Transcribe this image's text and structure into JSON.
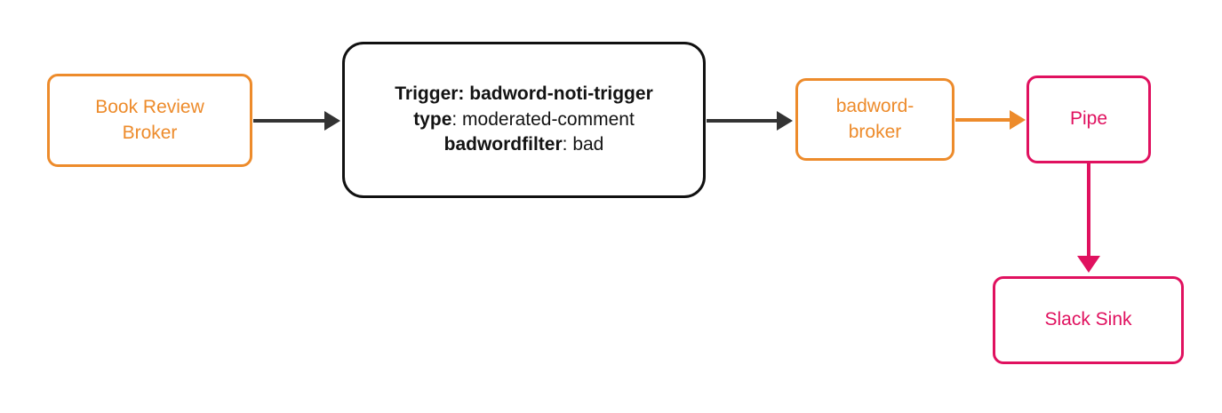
{
  "diagram": {
    "type": "flowchart",
    "direction": "left-to-right",
    "background": "#ffffff",
    "colors": {
      "broker_orange": "#ED8B2B",
      "trigger_black": "#111111",
      "sink_pink": "#E0115F",
      "edge_dark": "#333333"
    }
  },
  "nodes": {
    "book_review_broker": {
      "id": "book-review-broker",
      "label_line1": "Book Review",
      "label_line2": "Broker",
      "shape": "rounded-rectangle",
      "color": "#ED8B2B"
    },
    "trigger": {
      "id": "badword-noti-trigger",
      "shape": "stadium-rounded-rectangle",
      "color": "#111111",
      "line1_label": "Trigger:",
      "line1_value": "badword-noti-trigger",
      "line2_label": "type",
      "line2_sep": ": ",
      "line2_value": "moderated-comment",
      "line3_label": "badwordfilter",
      "line3_sep": ": ",
      "line3_value": "bad"
    },
    "badword_broker": {
      "id": "badword-broker",
      "label_line1": "badword-",
      "label_line2": "broker",
      "shape": "rounded-rectangle",
      "color": "#ED8B2B"
    },
    "pipe": {
      "id": "pipe",
      "label": "Pipe",
      "shape": "rounded-rectangle",
      "color": "#E0115F"
    },
    "slack_sink": {
      "id": "slack-sink",
      "label": "Slack Sink",
      "shape": "rounded-rectangle",
      "color": "#E0115F"
    }
  },
  "edges": [
    {
      "id": "edge-broker-to-trigger",
      "from": "book_review_broker",
      "to": "trigger",
      "color": "#333333",
      "arrow": "right",
      "label": ""
    },
    {
      "id": "edge-trigger-to-badwordbroker",
      "from": "trigger",
      "to": "badword_broker",
      "color": "#333333",
      "arrow": "right",
      "label": ""
    },
    {
      "id": "edge-badwordbroker-to-pipe",
      "from": "badword_broker",
      "to": "pipe",
      "color": "#ED8B2B",
      "arrow": "right",
      "label": ""
    },
    {
      "id": "edge-pipe-to-slacksink",
      "from": "pipe",
      "to": "slack_sink",
      "color": "#E0115F",
      "arrow": "down",
      "label": ""
    }
  ]
}
